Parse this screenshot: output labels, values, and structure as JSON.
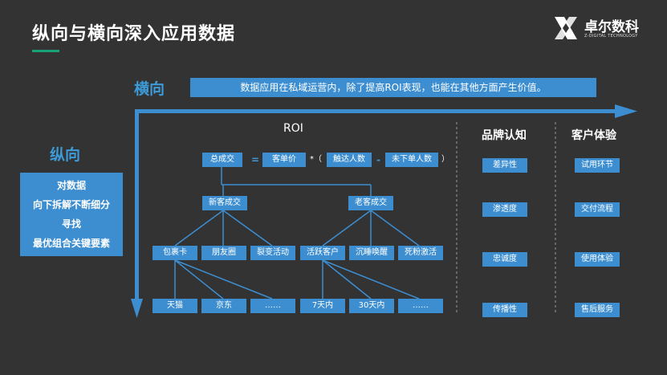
{
  "title": "纵向与横向深入应用数据",
  "logo": {
    "name": "卓尔数科",
    "tagline": "Z-DIGITAL TECHNOLOGY"
  },
  "horizontal": {
    "label": "横向",
    "banner": "数据应用在私域运营内，除了提高ROI表现，也能在其他方面产生价值。"
  },
  "vertical": {
    "label": "纵向",
    "lines": [
      "对数据",
      "向下拆解不断细分",
      "寻找",
      "最优组合关键要素"
    ]
  },
  "roi": {
    "header": "ROI",
    "formula": {
      "total": "总成交",
      "equals": "=",
      "price": "客单价",
      "times_open": "*（",
      "reach": "触达人数",
      "minus": "-",
      "no_order": "未下单人数",
      "close": "）"
    },
    "level2": {
      "new": "新客成交",
      "old": "老客成交"
    },
    "level3": [
      "包裹卡",
      "朋友圈",
      "裂变活动",
      "活跃客户",
      "沉睡唤醒",
      "死粉激活"
    ],
    "level4": [
      "天猫",
      "京东",
      "……",
      "7天内",
      "30天内",
      "……"
    ]
  },
  "brand": {
    "header": "品牌认知",
    "items": [
      "差异性",
      "渗透度",
      "忠诚度",
      "传播性"
    ]
  },
  "experience": {
    "header": "客户体验",
    "items": [
      "试用环节",
      "交付流程",
      "使用体验",
      "售后服务"
    ]
  },
  "colors": {
    "accent": "#3c8ed1",
    "arrow": "#3c9bd8",
    "underline": "#1aa37a",
    "background": "#333333"
  }
}
